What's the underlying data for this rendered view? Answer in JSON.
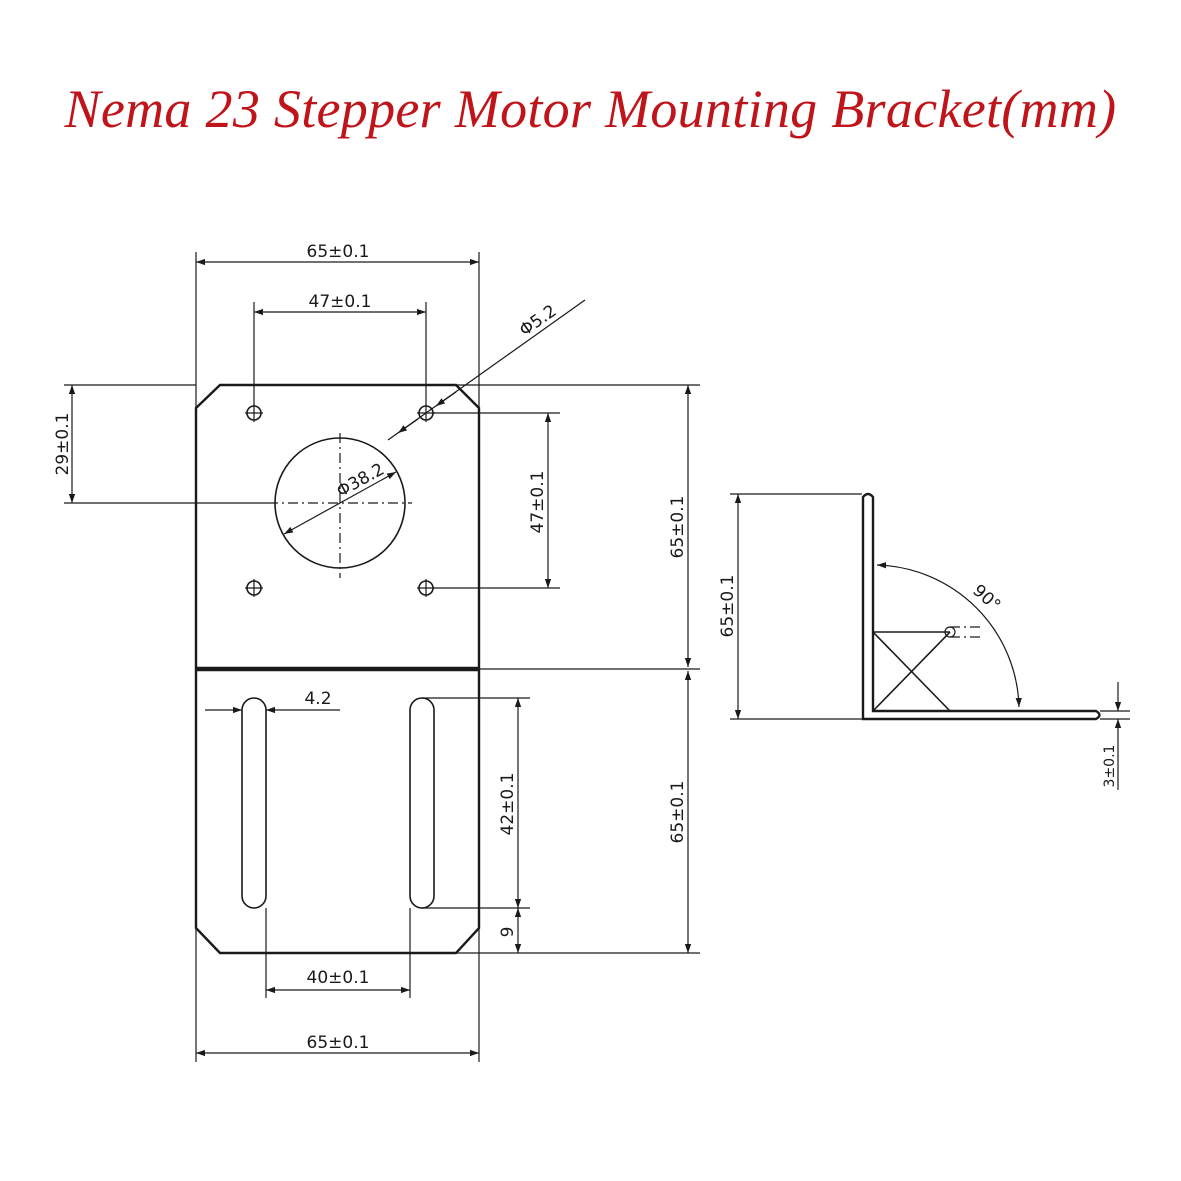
{
  "title": "Nema 23 Stepper Motor Mounting Bracket(mm)",
  "colors": {
    "title": "#c0141b",
    "line": "#1a1a1a"
  },
  "dims": {
    "top_width": "65±0.1",
    "hole_spacing_top": "47±0.1",
    "hole_dia": "Φ5.2",
    "center_height": "29±0.1",
    "bore_dia": "Φ38.2",
    "hole_spacing_vertical": "47±0.1",
    "plate_height_right_upper": "65±0.1",
    "plate_height_right_lower": "65±0.1",
    "slot_width": "4.2",
    "slot_length": "42±0.1",
    "slot_offset": "9",
    "slot_spacing": "40±0.1",
    "bottom_width": "65±0.1",
    "side_height": "65±0.1",
    "angle": "90°",
    "thickness": "3±0.1"
  }
}
